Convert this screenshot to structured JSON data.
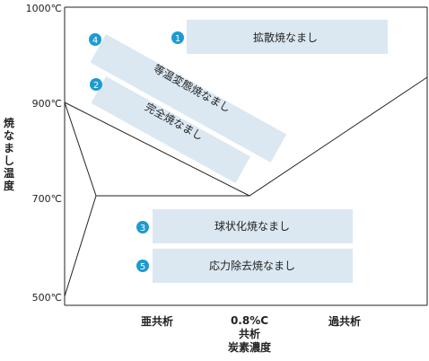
{
  "y_axis": {
    "title_chars": [
      "焼",
      "な",
      "ま",
      "し",
      "温",
      "度"
    ],
    "ticks": [
      "1000℃",
      "900℃",
      "700℃",
      "500℃"
    ]
  },
  "x_axis": {
    "ticks": [
      {
        "lines": [
          "亜共析"
        ]
      },
      {
        "lines": [
          "0.8%C",
          "共析"
        ]
      },
      {
        "lines": [
          "過共析"
        ]
      }
    ],
    "title": "炭素濃度"
  },
  "processes": [
    {
      "num": "1",
      "label": "拡散焼なまし"
    },
    {
      "num": "2",
      "label": "完全焼なまし"
    },
    {
      "num": "3",
      "label": "球状化焼なまし"
    },
    {
      "num": "4",
      "label": "等温変態焼なまし"
    },
    {
      "num": "5",
      "label": "応力除去焼なまし"
    }
  ],
  "colors": {
    "band": "#dbe8f2",
    "marker": "#1d9bd1",
    "line": "#222222",
    "text": "#222222"
  }
}
